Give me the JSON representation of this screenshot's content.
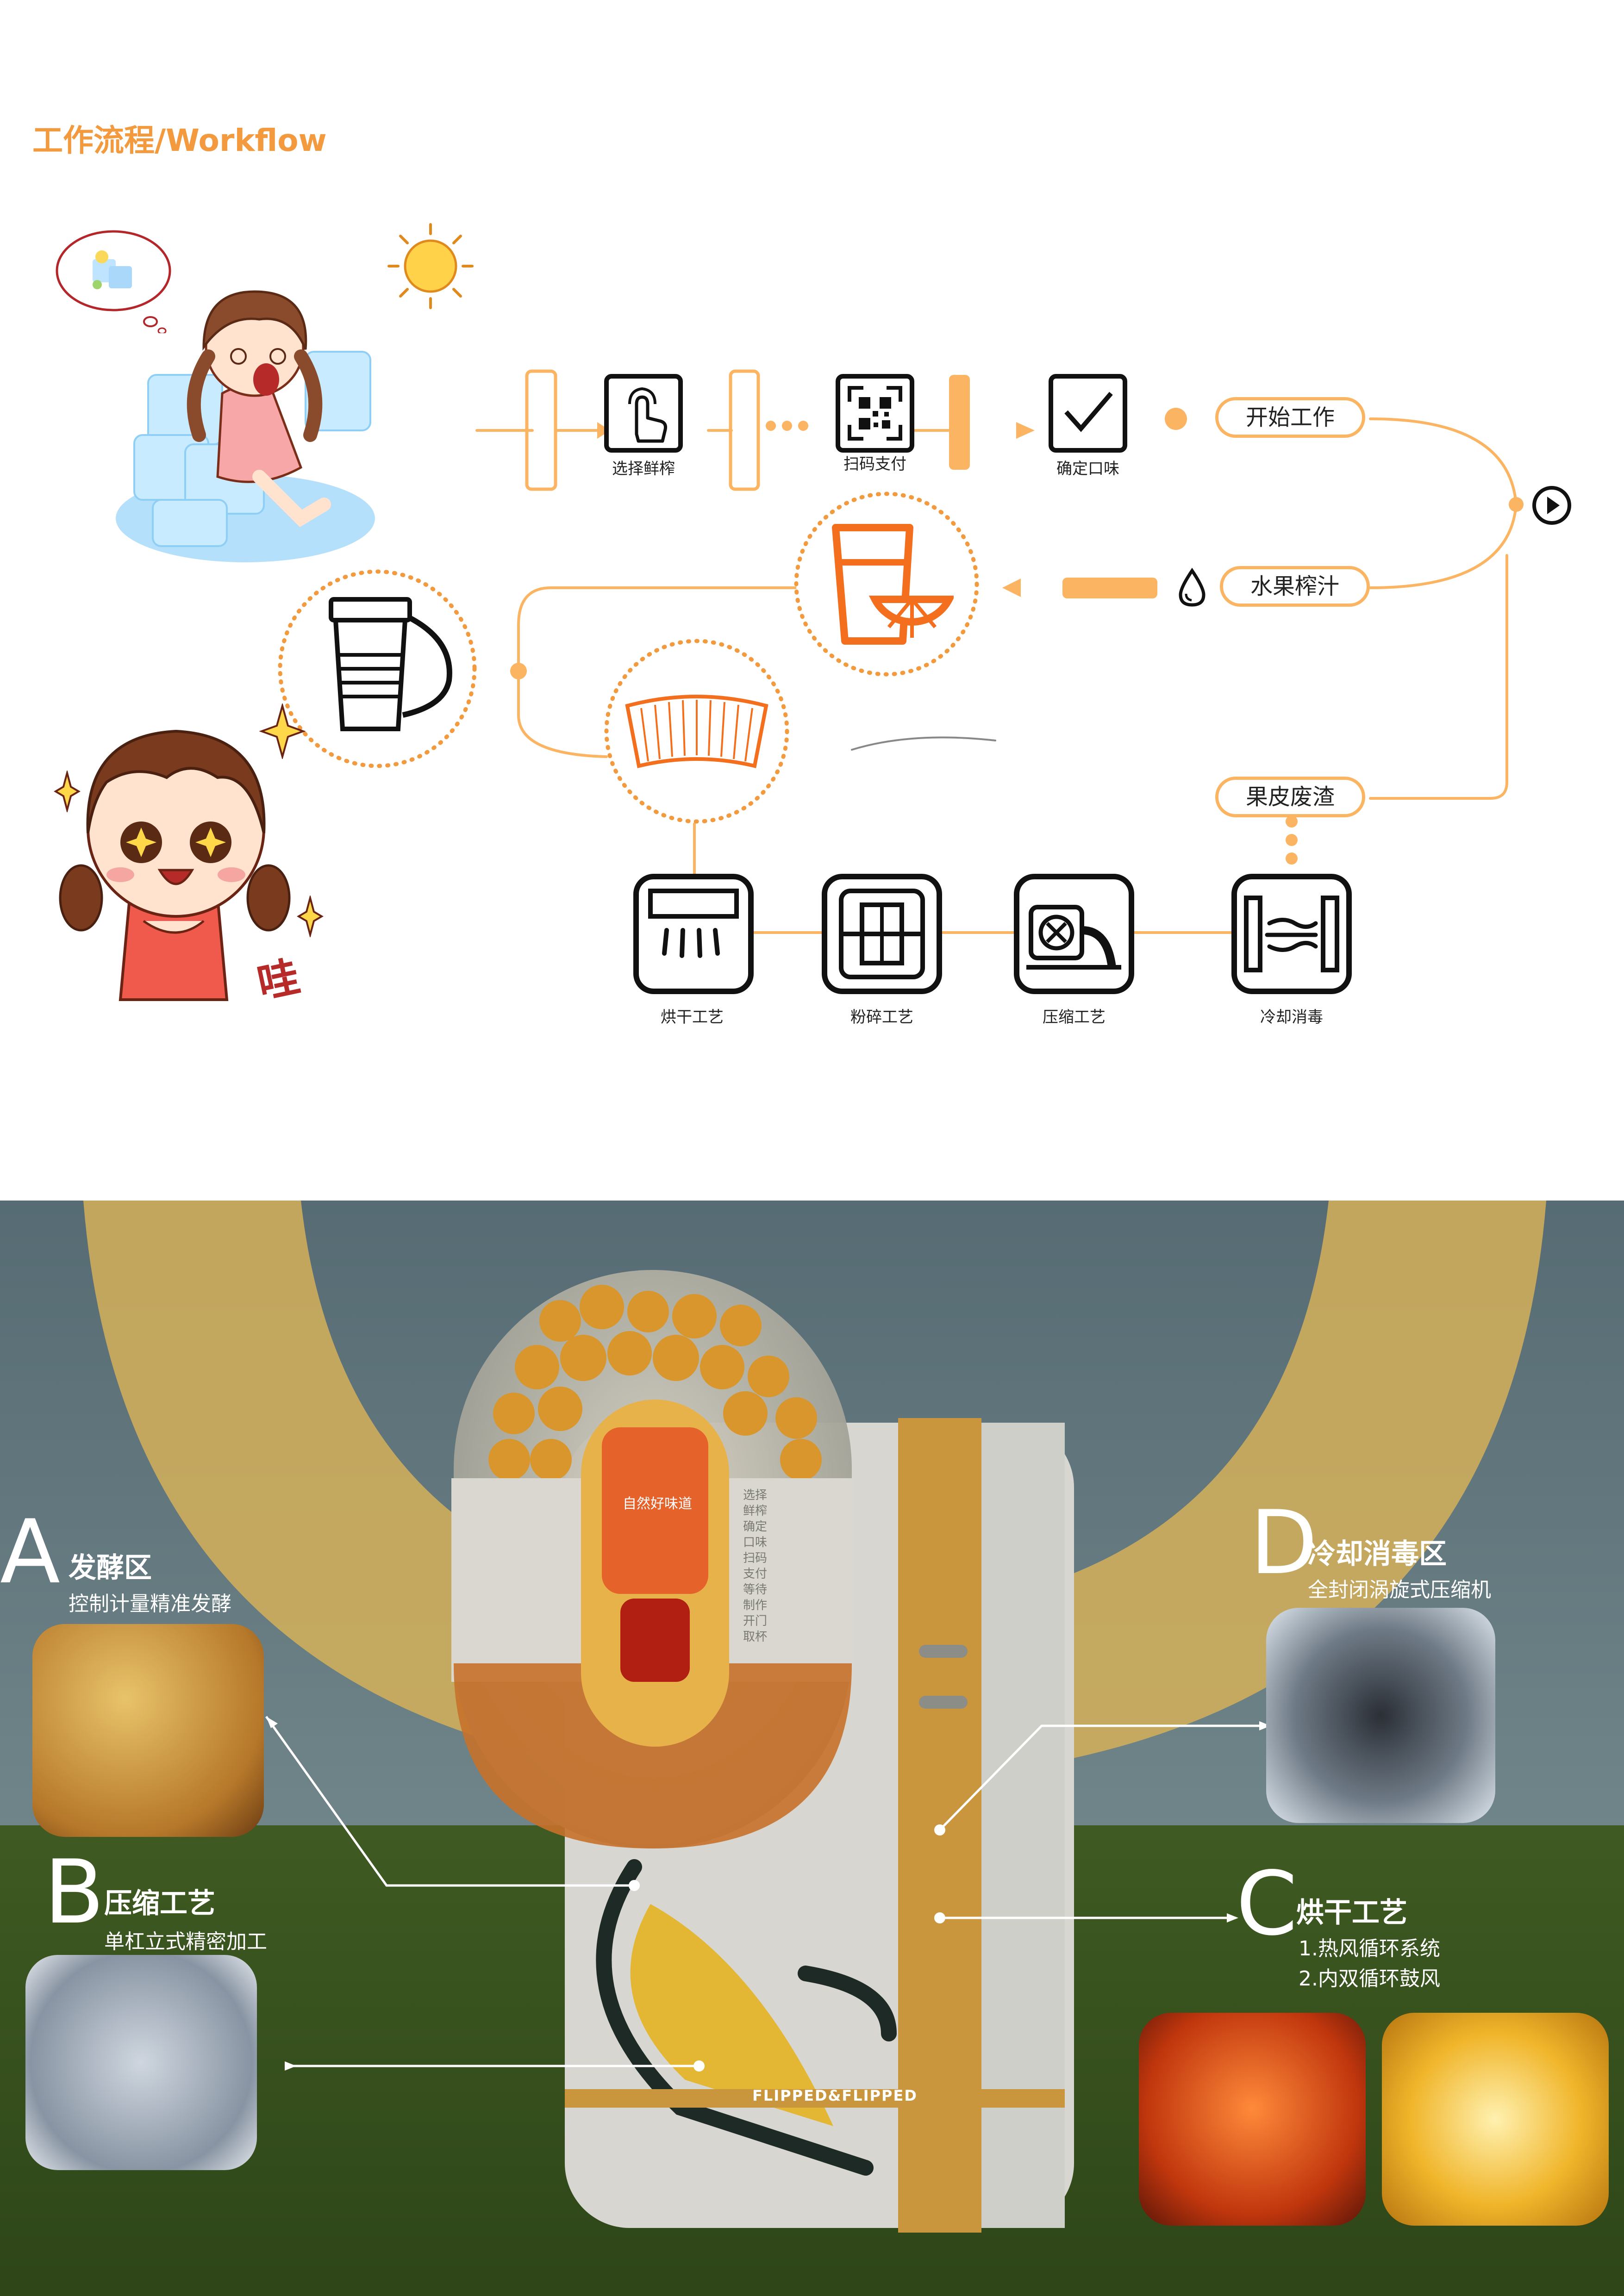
{
  "title": "工作流程/Workflow",
  "workflow": {
    "steps_top": [
      {
        "label": "选择鲜榨",
        "icon": "hand-tap-icon"
      },
      {
        "label": "扫码支付",
        "icon": "qr-code-icon"
      },
      {
        "label": "确定口味",
        "icon": "checkbox-icon"
      }
    ],
    "pill_start": "开始工作",
    "pill_juice": "水果榨汁",
    "pill_peel": "果皮废渣",
    "process_steps": [
      {
        "label": "烘干工艺",
        "icon": "dryer-icon"
      },
      {
        "label": "粉碎工艺",
        "icon": "crusher-icon"
      },
      {
        "label": "压缩工艺",
        "icon": "compressor-icon"
      },
      {
        "label": "冷却消毒",
        "icon": "cooling-icon"
      }
    ],
    "exclamation": "哇",
    "accent_color": "#f39a3e",
    "line_color": "#fbb462"
  },
  "zones": {
    "a": {
      "letter": "A",
      "title": "发酵区",
      "sub": "控制计量精准发酵"
    },
    "b": {
      "letter": "B",
      "title": "压缩工艺",
      "sub": "单杠立式精密加工"
    },
    "c": {
      "letter": "C",
      "title": "烘干工艺",
      "lines": [
        "1.热风循环系统",
        "2.内双循环鼓风"
      ]
    },
    "d": {
      "letter": "D",
      "title": "冷却消毒区",
      "sub": "全封闭涡旋式压缩机"
    }
  },
  "machine": {
    "brand": "FLIPPED&FLIPPED",
    "panel_items": [
      "选择鲜榨",
      "确定口味",
      "扫码支付",
      "等待制作",
      "开门取杯"
    ],
    "screen_text": "自然好味道"
  }
}
